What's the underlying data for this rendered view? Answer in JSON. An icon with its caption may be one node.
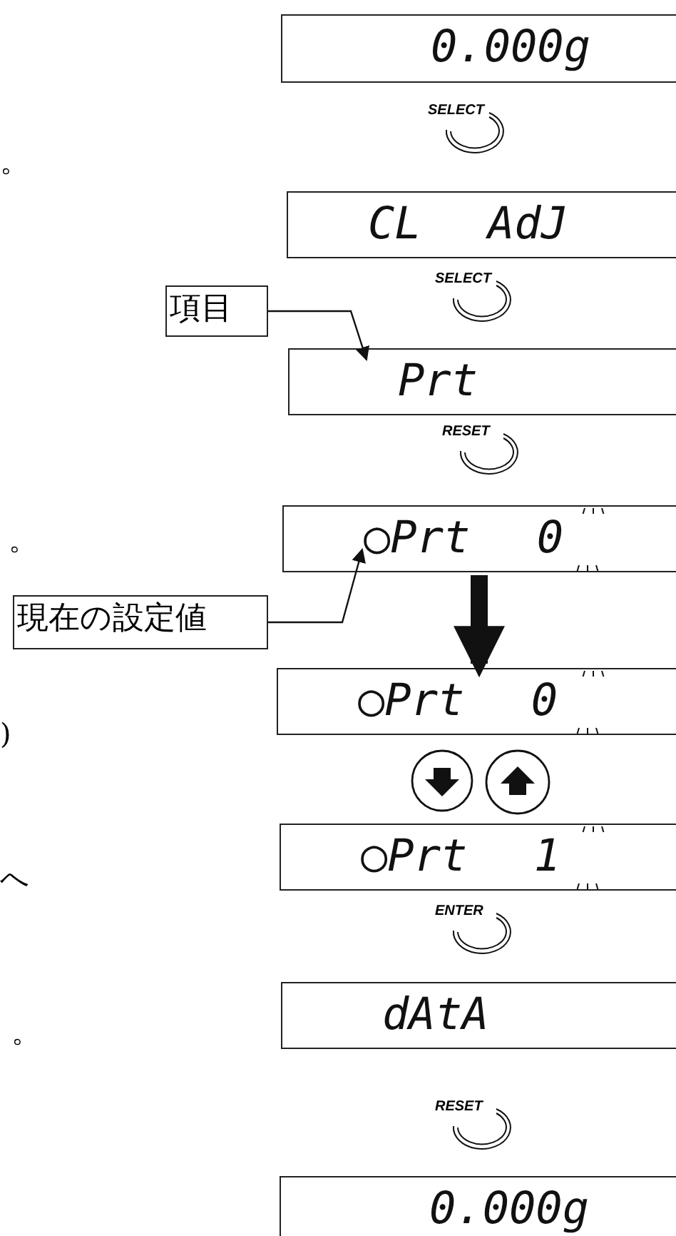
{
  "diagram": {
    "nodes": [
      {
        "text": [
          "0.000g"
        ]
      },
      {
        "text": [
          "SELECT"
        ]
      },
      {
        "text": [
          "CL AdJ"
        ]
      },
      {
        "text": [
          "項目"
        ]
      },
      {
        "text": [
          "SELECT"
        ]
      },
      {
        "text": [
          "Prt"
        ]
      },
      {
        "text": [
          "RESET"
        ]
      },
      {
        "text": [
          "○Prt 0"
        ]
      },
      {
        "text": [
          "現在の設定値"
        ]
      },
      {
        "text": [
          "○Prt 0"
        ]
      },
      {
        "text": [],
        "shape": "circle"
      },
      {
        "text": [],
        "shape": "circle"
      },
      {
        "text": [
          "○Prt 1"
        ]
      },
      {
        "text": [
          "ENTER"
        ]
      },
      {
        "text": [
          "dAtA"
        ]
      },
      {
        "text": [
          "RESET"
        ]
      },
      {
        "text": [
          "0.000g"
        ]
      }
    ],
    "edges": [
      {
        "from": 3,
        "to": 5,
        "arrow": "to"
      },
      {
        "from": 8,
        "to": 7,
        "arrow": "to"
      },
      {
        "from": 7,
        "to": 9,
        "arrow": "to",
        "style": "thick"
      }
    ],
    "labels": [
      "。",
      "。",
      ")",
      "へ",
      "。"
    ]
  }
}
